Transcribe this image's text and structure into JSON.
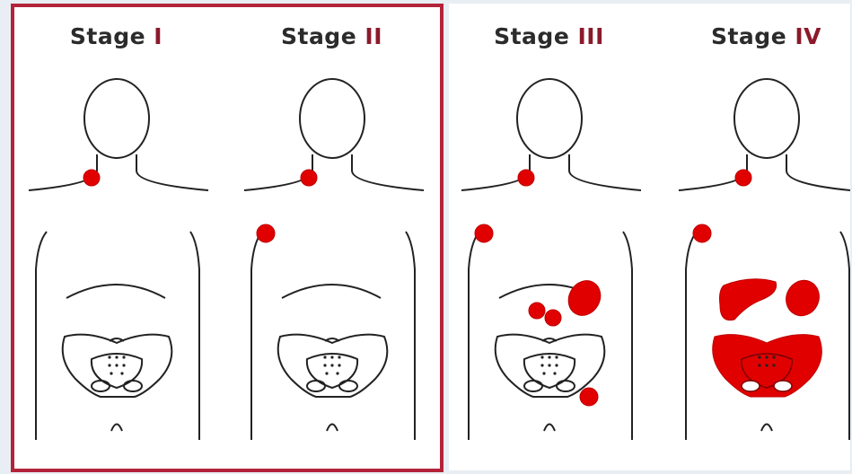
{
  "stages": [
    {
      "label": "Stage",
      "numeral": "I"
    },
    {
      "label": "Stage",
      "numeral": "II"
    },
    {
      "label": "Stage",
      "numeral": "III"
    },
    {
      "label": "Stage",
      "numeral": "IV"
    }
  ],
  "colors": {
    "lesion": "#e00000",
    "highlight": "#b3233a",
    "numeral": "#8b1a2b",
    "outline": "#222222"
  },
  "highlighted_stages": [
    "I",
    "II"
  ]
}
